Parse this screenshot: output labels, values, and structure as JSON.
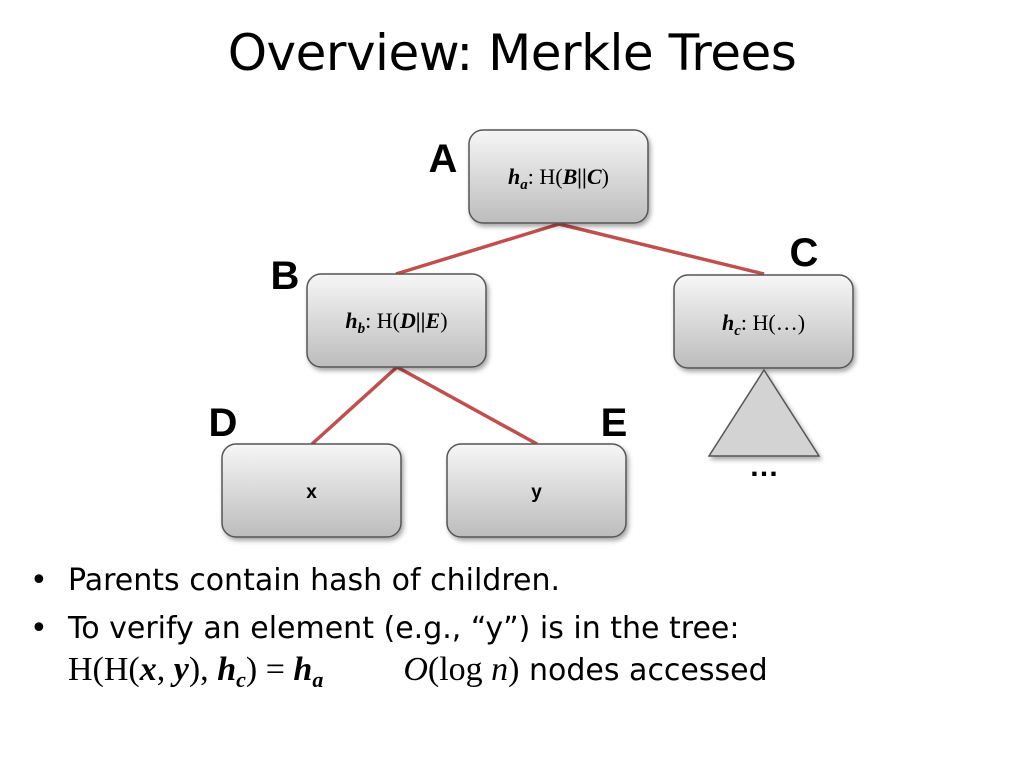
{
  "title": "Overview: Merkle Trees",
  "tree": {
    "nodes": {
      "A": {
        "letter": "A",
        "label": "h",
        "sub": "a",
        "hash_prefix": ": H(",
        "hash_body": "B||C",
        "hash_suffix": ")"
      },
      "B": {
        "letter": "B",
        "label": "h",
        "sub": "b",
        "hash_prefix": ": H(",
        "hash_body": "D||E",
        "hash_suffix": ")"
      },
      "C": {
        "letter": "C",
        "label": "h",
        "sub": "c",
        "hash_prefix": ": H(",
        "hash_body": "…",
        "hash_suffix": ")"
      },
      "D": {
        "letter": "D",
        "value": "x"
      },
      "E": {
        "letter": "E",
        "value": "y"
      }
    },
    "subtree_more": "…",
    "colors": {
      "edge": "#C0504D",
      "node_fill_top": "#f4f4f4",
      "node_fill_bottom": "#bdbdbd",
      "node_stroke": "#4a4a4a",
      "triangle_fill": "#d3d3d3"
    }
  },
  "bullets": [
    {
      "text": "Parents contain hash of children."
    },
    {
      "text": "To verify an element (e.g., “y”) is in the tree:"
    }
  ],
  "formula": {
    "lhs_outer": "H(H(",
    "x": "x",
    "comma1": ", ",
    "y": "y",
    "close1": "), ",
    "hc": "h",
    "hc_sub": "c",
    "close2": ")",
    "equals": " = ",
    "ha": "h",
    "ha_sub": "a",
    "complexity_O": "O",
    "complexity_arg": "(log ",
    "complexity_n": "n",
    "complexity_close": ")",
    "complexity_text": " nodes accessed"
  },
  "bullet_symbol": "•"
}
